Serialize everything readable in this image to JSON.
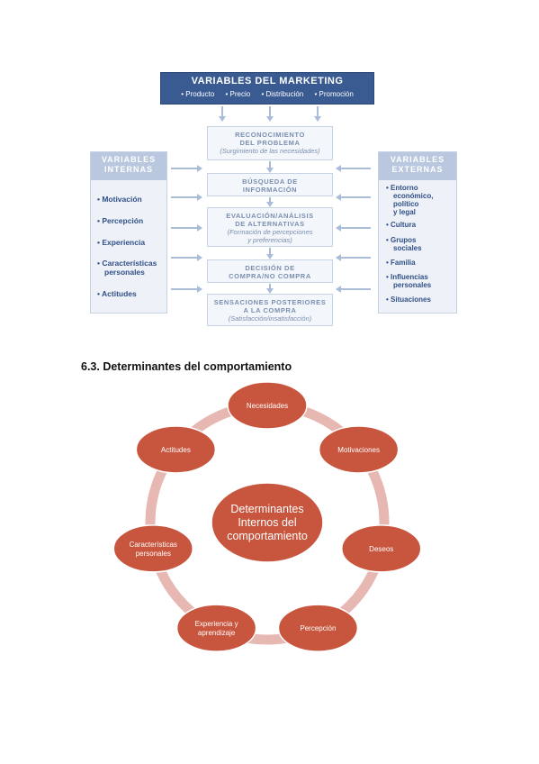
{
  "marketing": {
    "title": "VARIABLES DEL MARKETING",
    "items": [
      "• Producto",
      "• Precio",
      "• Distribución",
      "• Promoción"
    ]
  },
  "internal": {
    "title_l1": "VARIABLES",
    "title_l2": "INTERNAS",
    "items": [
      "• Motivación",
      "• Percepción",
      "• Experiencia",
      "• Características",
      "personales",
      "• Actitudes"
    ]
  },
  "external": {
    "title_l1": "VARIABLES",
    "title_l2": "EXTERNAS",
    "items": [
      "• Entorno",
      "económico,",
      "político",
      "y legal",
      "• Cultura",
      "• Grupos",
      "sociales",
      "• Familia",
      "• Influencias",
      "personales",
      "• Situaciones"
    ]
  },
  "steps": [
    {
      "l1": "RECONOCIMIENTO",
      "l2": "DEL PROBLEMA",
      "sub1": "(Surgimiento de las necesidades)",
      "sub2": ""
    },
    {
      "l1": "BÚSQUEDA DE",
      "l2": "INFORMACIÓN",
      "sub1": "",
      "sub2": ""
    },
    {
      "l1": "EVALUACIÓN/ANÁLISIS",
      "l2": "DE ALTERNATIVAS",
      "sub1": "(Formación de percepciones",
      "sub2": "y preferencias)"
    },
    {
      "l1": "DECISIÓN DE",
      "l2": "COMPRA/NO COMPRA",
      "sub1": "",
      "sub2": ""
    },
    {
      "l1": "SENSACIONES POSTERIORES",
      "l2": "A LA COMPRA",
      "sub1": "(Satisfacción/insatisfacción)",
      "sub2": ""
    }
  ],
  "heading": "6.3. Determinantes del comportamiento",
  "cycle": {
    "center": [
      "Determinantes",
      "Internos del",
      "comportamiento"
    ],
    "nodes": [
      {
        "lines": [
          "Necesidades"
        ]
      },
      {
        "lines": [
          "Motivaciones"
        ]
      },
      {
        "lines": [
          "Deseos"
        ]
      },
      {
        "lines": [
          "Percepción"
        ]
      },
      {
        "lines": [
          "Experiencia y",
          "aprendizaje"
        ]
      },
      {
        "lines": [
          "Características",
          "personales"
        ]
      },
      {
        "lines": [
          "Actitudes"
        ]
      }
    ],
    "colors": {
      "node": "#c8553d",
      "node_stroke": "#ffffff",
      "ring": "#e7b7b2"
    }
  }
}
